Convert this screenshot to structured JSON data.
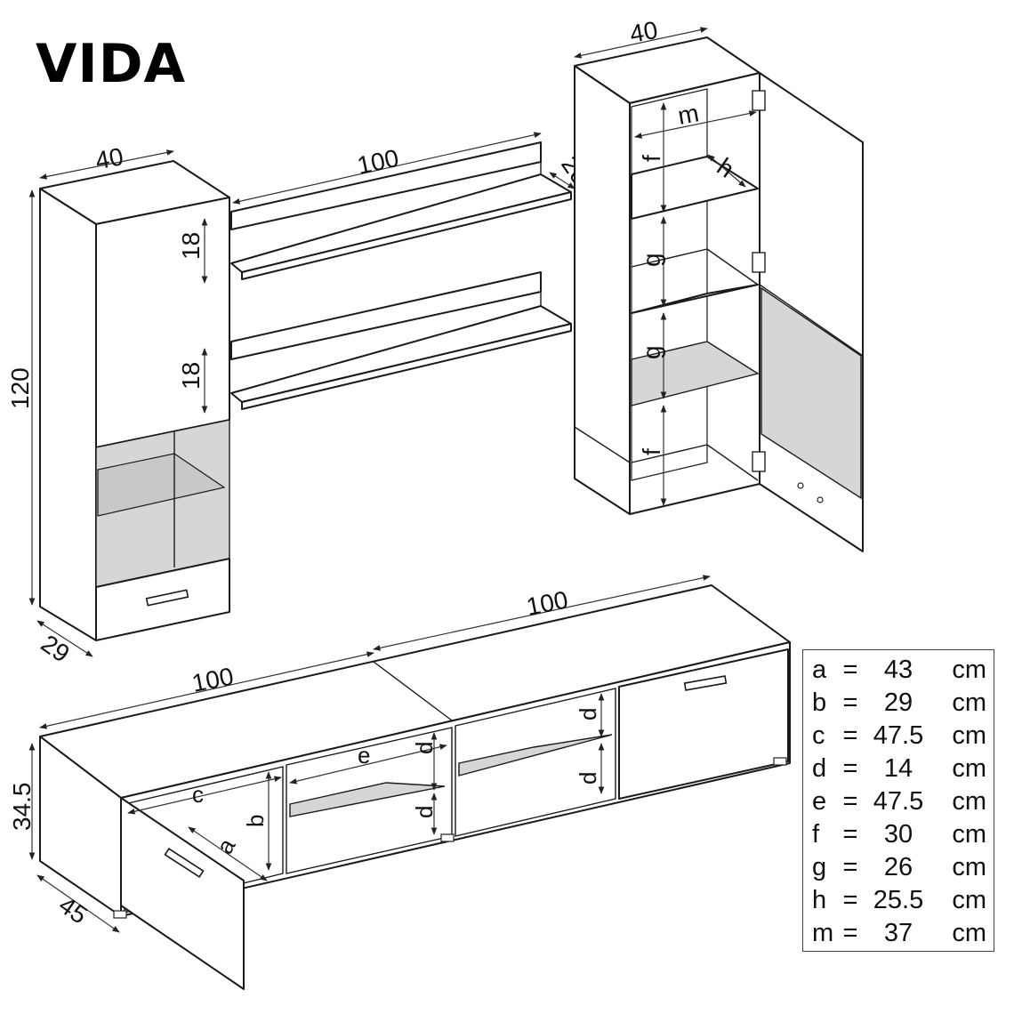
{
  "title": "VIDA",
  "dims": {
    "left_cab_width": "40",
    "left_cab_height": "120",
    "left_cab_depth": "29",
    "shelf_width": "100",
    "shelf_depth": "20",
    "shelf_gap_top": "18",
    "shelf_gap_bottom": "18",
    "right_cab_width": "40",
    "tv_width_left": "100",
    "tv_width_right": "100",
    "tv_height": "34.5",
    "tv_depth": "45"
  },
  "letters": {
    "a": "a",
    "b": "b",
    "c": "c",
    "d": "d",
    "e": "e",
    "f": "f",
    "g": "g",
    "h": "h",
    "m": "m"
  },
  "legend": {
    "rows": [
      {
        "key": "a",
        "eq": "=",
        "value": "43",
        "unit": "cm"
      },
      {
        "key": "b",
        "eq": "=",
        "value": "29",
        "unit": "cm"
      },
      {
        "key": "c",
        "eq": "=",
        "value": "47.5",
        "unit": "cm"
      },
      {
        "key": "d",
        "eq": "=",
        "value": "14",
        "unit": "cm"
      },
      {
        "key": "e",
        "eq": "=",
        "value": "47.5",
        "unit": "cm"
      },
      {
        "key": "f",
        "eq": "=",
        "value": "30",
        "unit": "cm"
      },
      {
        "key": "g",
        "eq": "=",
        "value": "26",
        "unit": "cm"
      },
      {
        "key": "h",
        "eq": "=",
        "value": "25.5",
        "unit": "cm"
      },
      {
        "key": "m",
        "eq": "=",
        "value": "37",
        "unit": "cm"
      }
    ]
  }
}
